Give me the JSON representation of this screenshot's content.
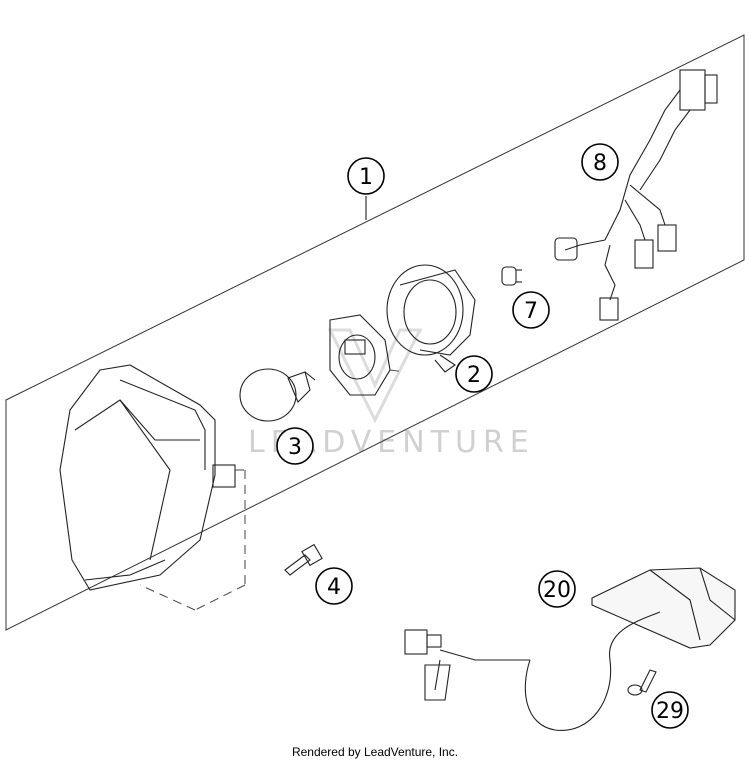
{
  "callouts": {
    "c1": "1",
    "c2": "2",
    "c3": "3",
    "c4": "4",
    "c7": "7",
    "c8": "8",
    "c20": "20",
    "c29": "29"
  },
  "watermark": "LEADVENTURE",
  "footer": "Rendered by LeadVenture, Inc.",
  "colors": {
    "line": "#222222",
    "watermark": "#d0d0d0"
  }
}
